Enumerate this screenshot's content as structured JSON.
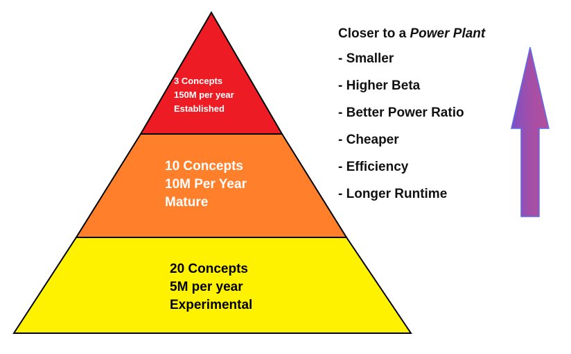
{
  "pyramid": {
    "tiers": [
      {
        "lines": [
          "3 Concepts",
          "150M per year",
          "Established"
        ],
        "fill": "#ED1C24",
        "text_color": "#ffffff"
      },
      {
        "lines": [
          "10 Concepts",
          "10M Per Year",
          "Mature"
        ],
        "fill": "#FF7F2A",
        "text_color": "#ffffff"
      },
      {
        "lines": [
          "20 Concepts",
          "5M per year",
          "Experimental"
        ],
        "fill": "#FFF200",
        "text_color": "#000000"
      }
    ]
  },
  "legend": {
    "title_prefix": "Closer to a ",
    "title_emphasis": "Power Plant",
    "items": [
      "- Smaller",
      "- Higher Beta",
      "- Better Power Ratio",
      "- Cheaper",
      "- Efficiency",
      "- Longer Runtime"
    ]
  },
  "arrow": {
    "fill": "#9B4FA8",
    "stroke": "#5B6BE8"
  }
}
